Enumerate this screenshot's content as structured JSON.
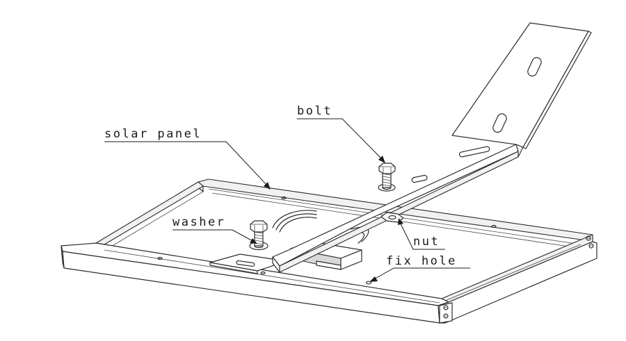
{
  "labels": {
    "solar_panel": "solar panel",
    "bolt": "bolt",
    "washer": "washer",
    "nut": "nut",
    "fix_hole": "fix hole"
  }
}
